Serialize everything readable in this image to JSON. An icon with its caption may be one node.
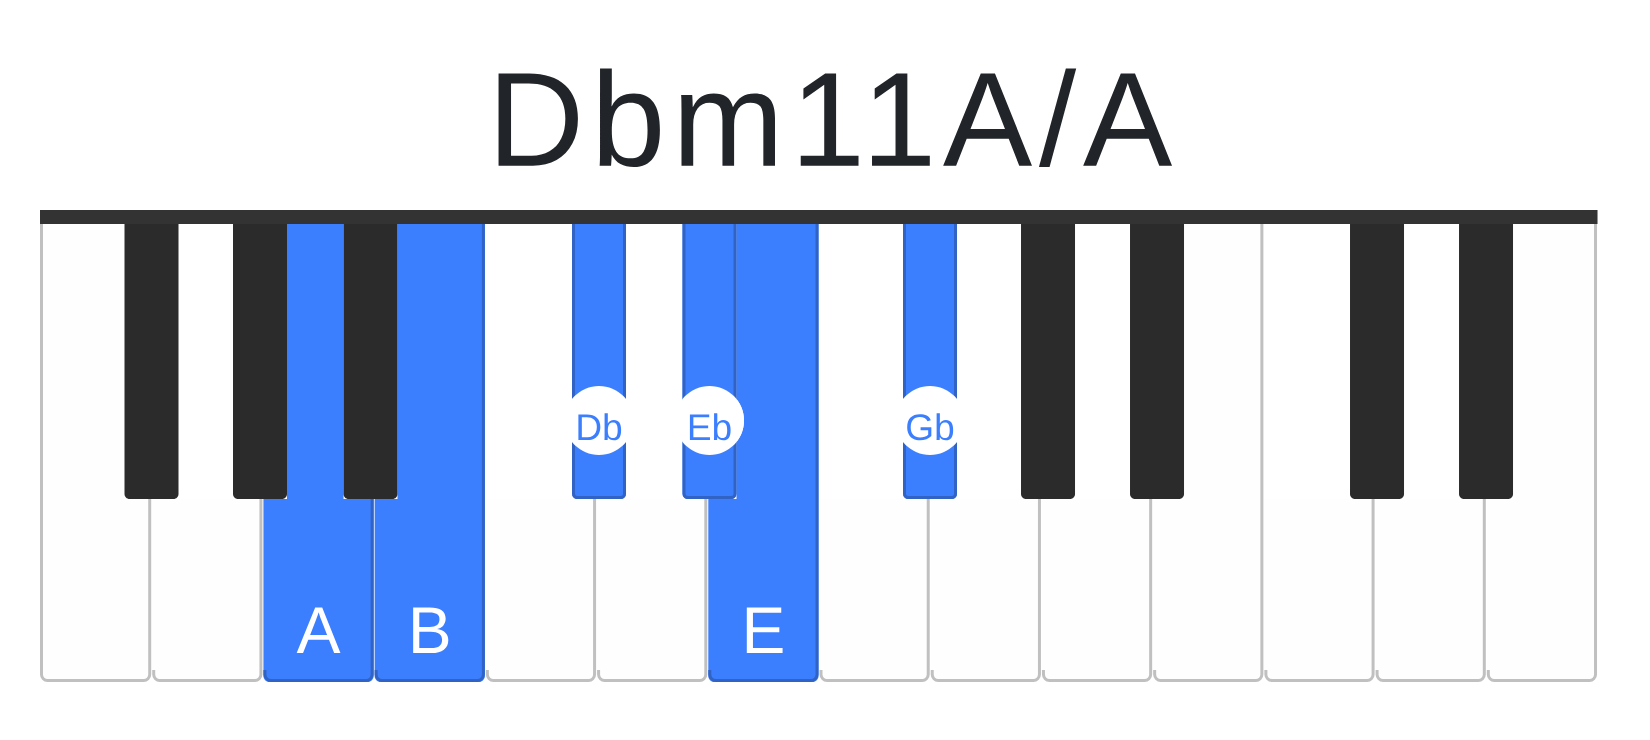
{
  "diagram": {
    "title": "Dbm11A/A",
    "nodes": [
      {
        "text": [],
        "shape": "bar"
      },
      {
        "text": [],
        "shape": "box"
      },
      {
        "text": [],
        "shape": "box"
      },
      {
        "text": [],
        "shape": "box"
      },
      {
        "text": [],
        "shape": "box"
      },
      {
        "text": [
          "A"
        ]
      },
      {
        "text": [],
        "shape": "box"
      },
      {
        "text": [
          "B"
        ]
      },
      {
        "text": [],
        "shape": "box"
      },
      {
        "text": [
          "Db"
        ]
      },
      {
        "text": [],
        "shape": "box"
      },
      {
        "text": [
          "Eb"
        ]
      },
      {
        "text": [
          "E"
        ]
      },
      {
        "text": [],
        "shape": "box"
      },
      {
        "text": [
          "Gb"
        ]
      },
      {
        "text": [],
        "shape": "box"
      },
      {
        "text": [],
        "shape": "box"
      },
      {
        "text": [],
        "shape": "box"
      },
      {
        "text": [],
        "shape": "box"
      },
      {
        "text": [],
        "shape": "box"
      },
      {
        "text": [],
        "shape": "box"
      },
      {
        "text": [],
        "shape": "box"
      },
      {
        "text": [],
        "shape": "box"
      },
      {
        "text": [],
        "shape": "box"
      },
      {
        "text": [],
        "shape": "box"
      }
    ]
  }
}
